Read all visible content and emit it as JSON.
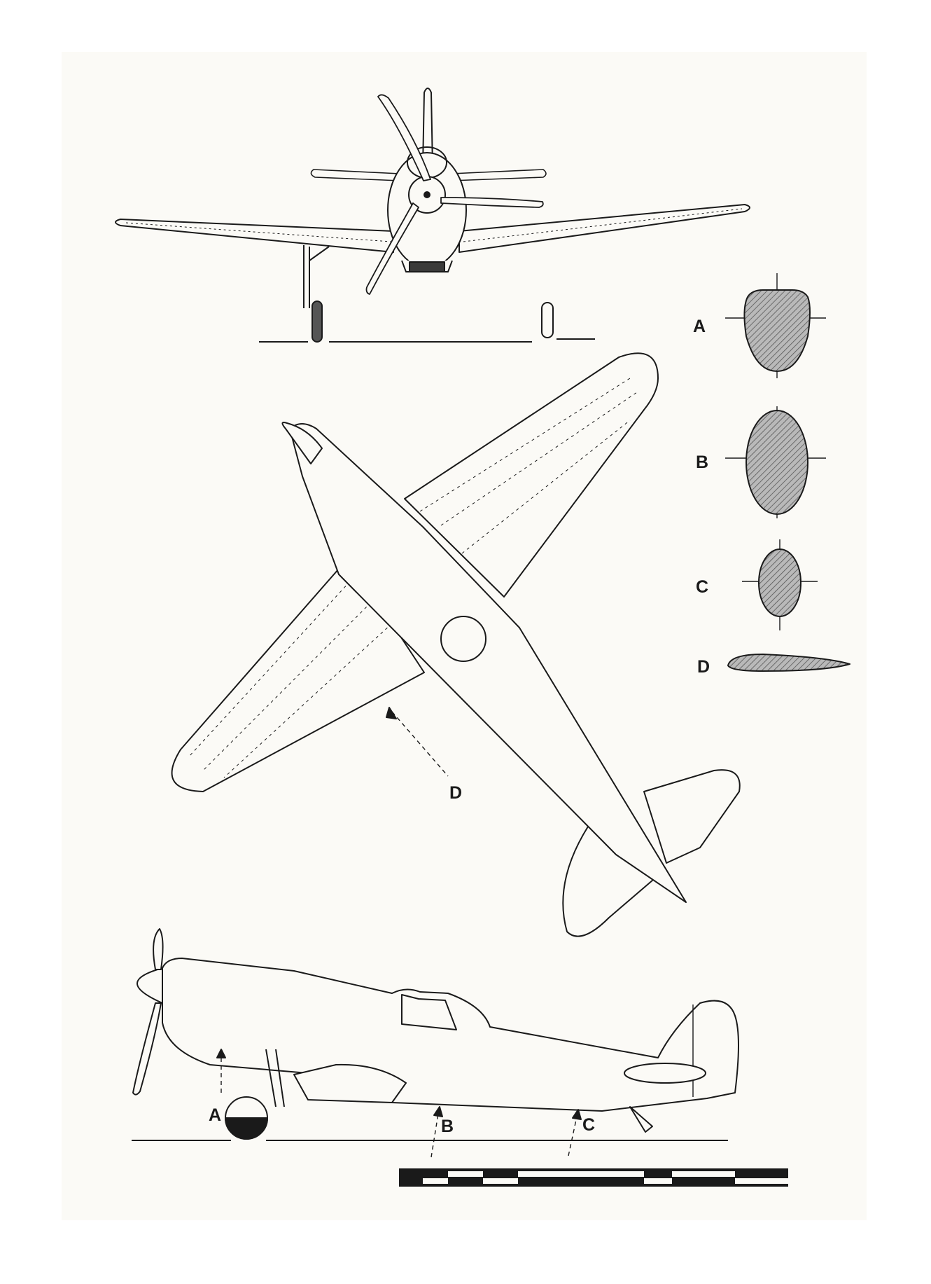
{
  "labels": {
    "section_a": "A",
    "section_b": "B",
    "section_c": "C",
    "section_d": "D",
    "plan_d": "D",
    "side_a": "A",
    "side_b": "B",
    "side_c": "C"
  },
  "colors": {
    "paper": "#fbfaf6",
    "ink": "#1a1a1a",
    "hatch": "#8a8a8a"
  }
}
